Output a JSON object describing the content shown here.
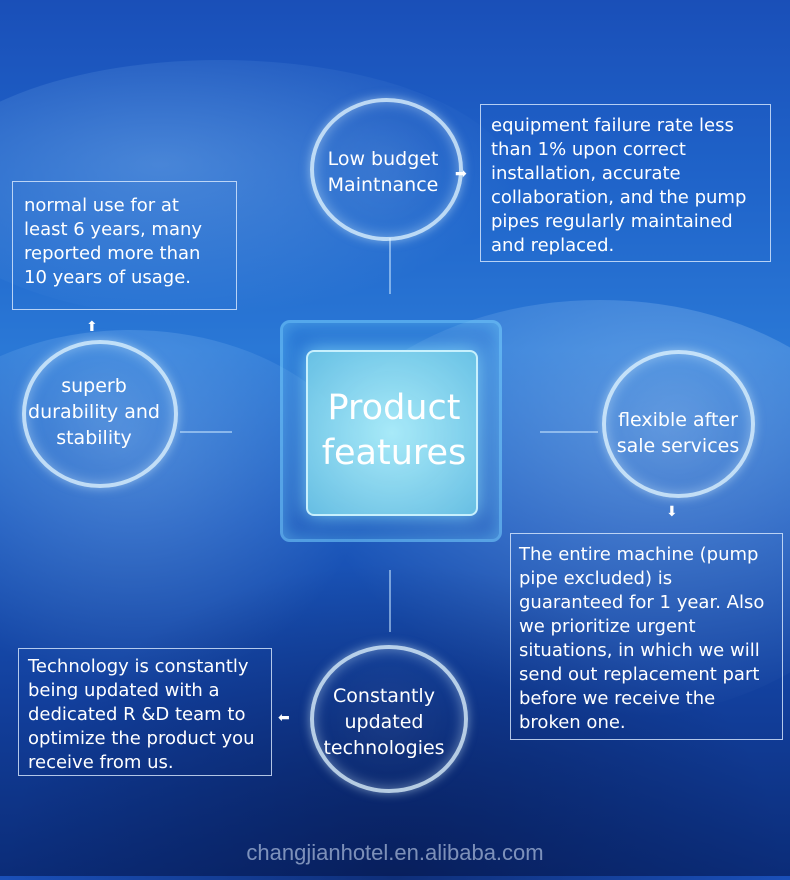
{
  "center": {
    "title": "Product features"
  },
  "features": {
    "low_budget": "Low budget Maintnance",
    "durability": "superb durability and stability",
    "after_sale": "flexible after sale services",
    "technology": "Constantly updated technologies"
  },
  "details": {
    "low_budget": "equipment failure rate less than 1% upon correct installation, accurate collaboration, and the pump pipes regularly maintained and replaced.",
    "durability": "normal use for at least 6 years, many reported more than 10 years of usage.",
    "after_sale": "The entire machine (pump pipe excluded) is guaranteed for 1 year. Also we prioritize urgent situations, in which we will send out replacement part before we receive the broken one.",
    "technology": "Technology is constantly being updated with a dedicated R &D team to optimize the product you receive from us."
  },
  "icons": {
    "right": "arrow-right-icon",
    "up": "arrow-up-icon",
    "down": "arrow-down-icon",
    "left": "arrow-left-icon"
  },
  "watermark": "changjianhotel.en.alibaba.com"
}
